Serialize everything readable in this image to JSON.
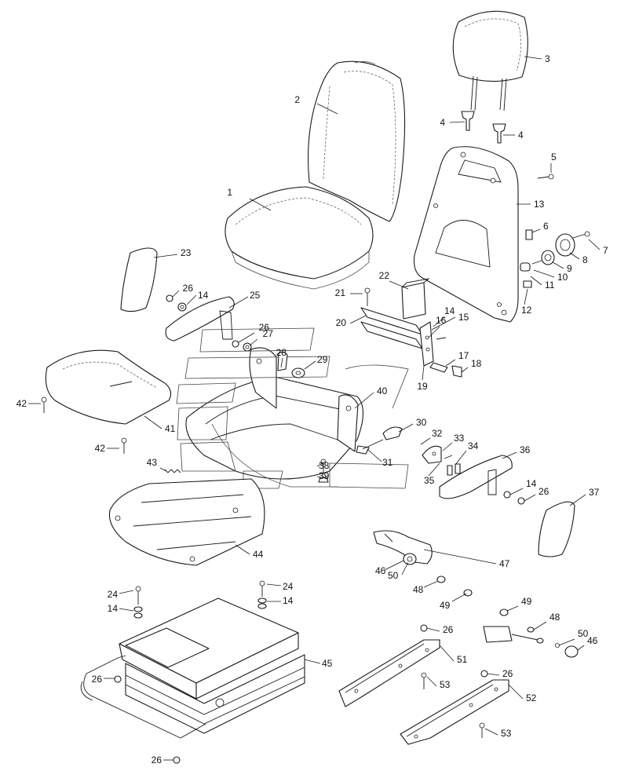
{
  "callouts": [
    {
      "id": "c1",
      "label": "1"
    },
    {
      "id": "c2",
      "label": "2"
    },
    {
      "id": "c3",
      "label": "3"
    },
    {
      "id": "c4a",
      "label": "4"
    },
    {
      "id": "c4b",
      "label": "4"
    },
    {
      "id": "c5",
      "label": "5"
    },
    {
      "id": "c6",
      "label": "6"
    },
    {
      "id": "c7",
      "label": "7"
    },
    {
      "id": "c8",
      "label": "8"
    },
    {
      "id": "c9",
      "label": "9"
    },
    {
      "id": "c10",
      "label": "10"
    },
    {
      "id": "c11",
      "label": "11"
    },
    {
      "id": "c12",
      "label": "12"
    },
    {
      "id": "c13",
      "label": "13"
    },
    {
      "id": "c14a",
      "label": "14"
    },
    {
      "id": "c14b",
      "label": "14"
    },
    {
      "id": "c15",
      "label": "15"
    },
    {
      "id": "c16",
      "label": "16"
    },
    {
      "id": "c17",
      "label": "17"
    },
    {
      "id": "c18",
      "label": "18"
    },
    {
      "id": "c19",
      "label": "19"
    },
    {
      "id": "c20",
      "label": "20"
    },
    {
      "id": "c21",
      "label": "21"
    },
    {
      "id": "c22",
      "label": "22"
    },
    {
      "id": "c23",
      "label": "23"
    },
    {
      "id": "c25",
      "label": "25"
    },
    {
      "id": "c26a",
      "label": "26"
    },
    {
      "id": "c26b",
      "label": "26"
    },
    {
      "id": "c27",
      "label": "27"
    },
    {
      "id": "c28",
      "label": "28"
    },
    {
      "id": "c29",
      "label": "29"
    },
    {
      "id": "c30",
      "label": "30"
    },
    {
      "id": "c31",
      "label": "31"
    },
    {
      "id": "c32",
      "label": "32"
    },
    {
      "id": "c33",
      "label": "33"
    },
    {
      "id": "c34",
      "label": "34"
    },
    {
      "id": "c35",
      "label": "35"
    },
    {
      "id": "c36",
      "label": "36"
    },
    {
      "id": "c37",
      "label": "37"
    },
    {
      "id": "c38",
      "label": "38"
    },
    {
      "id": "c39",
      "label": "39"
    },
    {
      "id": "c40",
      "label": "40"
    },
    {
      "id": "c41",
      "label": "41"
    },
    {
      "id": "c42a",
      "label": "42"
    },
    {
      "id": "c42b",
      "label": "42"
    },
    {
      "id": "c43",
      "label": "43"
    },
    {
      "id": "c44",
      "label": "44"
    },
    {
      "id": "c14c",
      "label": "14"
    },
    {
      "id": "c26c",
      "label": "26"
    },
    {
      "id": "c45",
      "label": "45"
    },
    {
      "id": "c46a",
      "label": "46"
    },
    {
      "id": "c50a",
      "label": "50"
    },
    {
      "id": "c47",
      "label": "47"
    },
    {
      "id": "c48a",
      "label": "48"
    },
    {
      "id": "c49a",
      "label": "49"
    },
    {
      "id": "c49b",
      "label": "49"
    },
    {
      "id": "c48b",
      "label": "48"
    },
    {
      "id": "c50b",
      "label": "50"
    },
    {
      "id": "c46b",
      "label": "46"
    },
    {
      "id": "c24a",
      "label": "24"
    },
    {
      "id": "c14d",
      "label": "14"
    },
    {
      "id": "c24b",
      "label": "24"
    },
    {
      "id": "c14e",
      "label": "14"
    },
    {
      "id": "c26d",
      "label": "26"
    },
    {
      "id": "c26e",
      "label": "26"
    },
    {
      "id": "c51",
      "label": "51"
    },
    {
      "id": "c53a",
      "label": "53"
    },
    {
      "id": "c26f",
      "label": "26"
    },
    {
      "id": "c52",
      "label": "52"
    },
    {
      "id": "c53b",
      "label": "53"
    },
    {
      "id": "c26g",
      "label": "26"
    }
  ]
}
